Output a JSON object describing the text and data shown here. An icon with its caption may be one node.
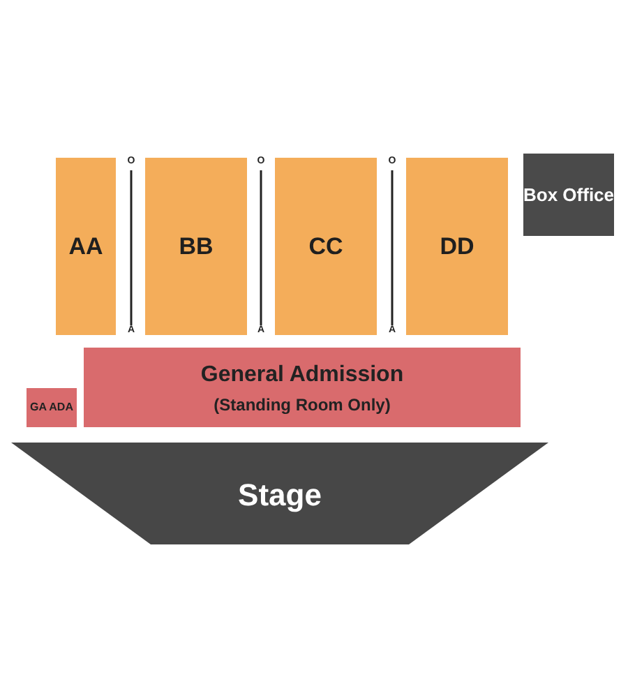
{
  "diagram": {
    "nodes": [
      {
        "text": [
          "AA"
        ]
      },
      {
        "text": [
          "BB"
        ]
      },
      {
        "text": [
          "CC"
        ]
      },
      {
        "text": [
          "DD"
        ]
      },
      {
        "text": [
          "Box Office"
        ]
      },
      {
        "text": [
          "GA ADA"
        ]
      },
      {
        "text": [
          "General Admission",
          "(Standing Room Only)"
        ]
      },
      {
        "text": [
          "Stage"
        ]
      }
    ],
    "labels": [
      "O",
      "O",
      "O",
      "A",
      "A",
      "A"
    ]
  }
}
